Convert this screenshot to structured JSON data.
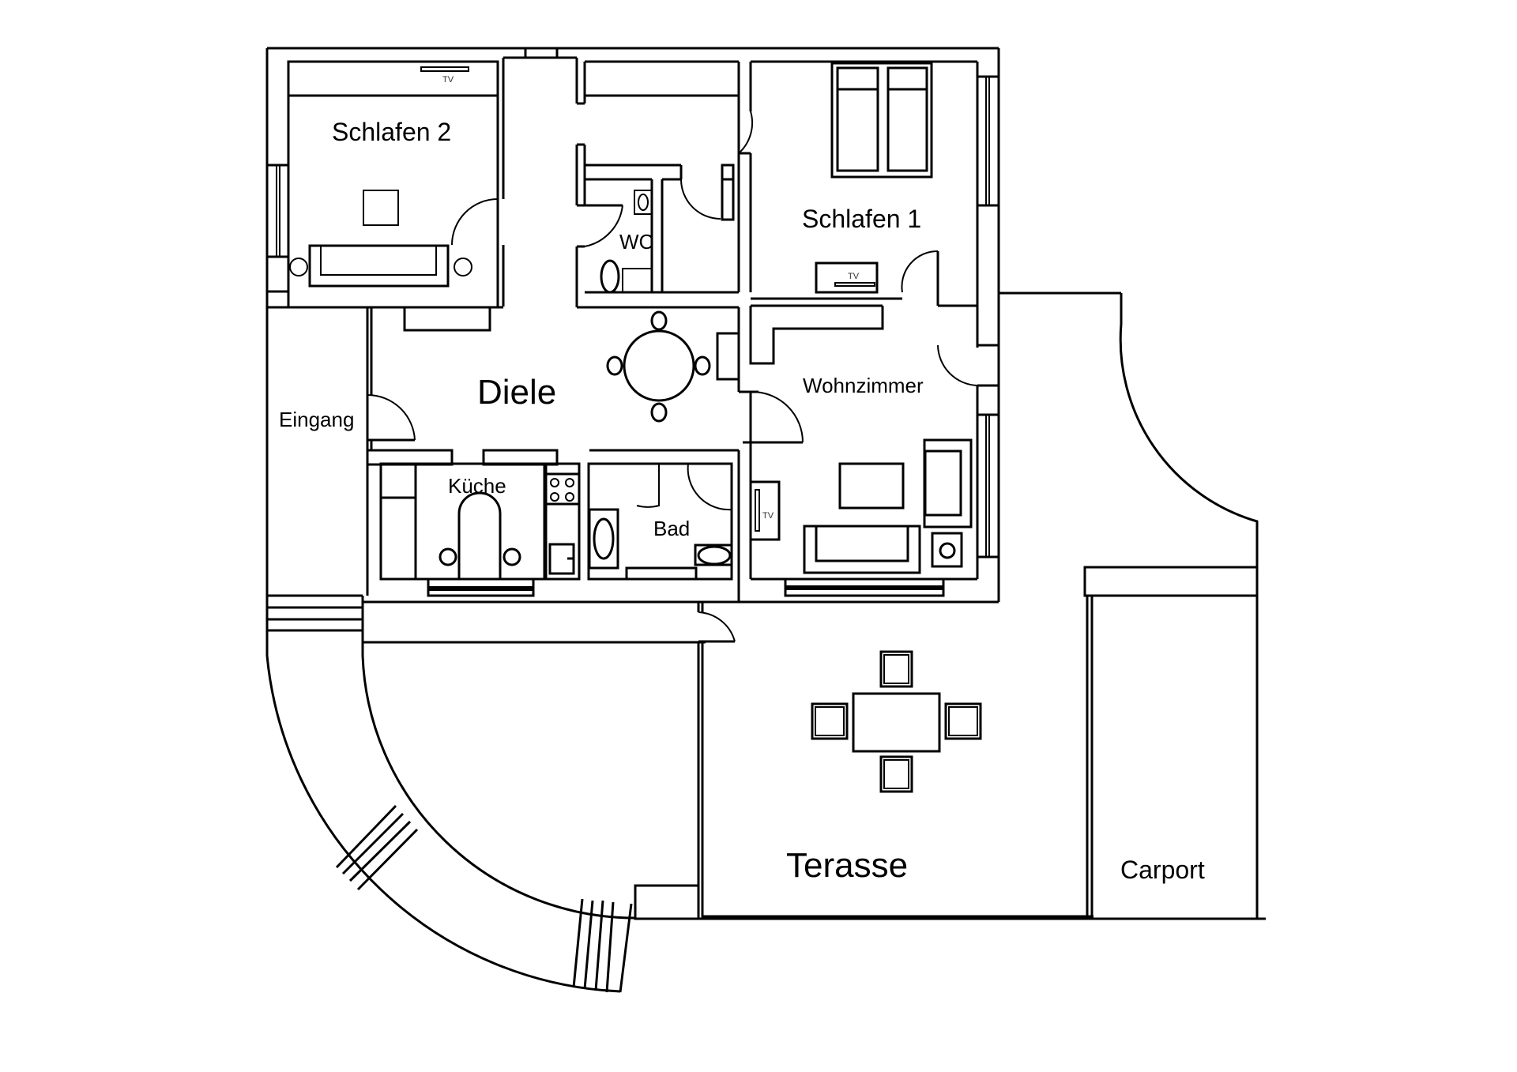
{
  "plan": {
    "rooms": {
      "schlafen2": "Schlafen 2",
      "schlafen1": "Schlafen 1",
      "wc": "WC",
      "diele": "Diele",
      "eingang": "Eingang",
      "kueche": "Küche",
      "bad": "Bad",
      "wohnzimmer": "Wohnzimmer",
      "terasse": "Terasse",
      "carport": "Carport"
    },
    "furniture_labels": {
      "tv": "TV"
    },
    "colors": {
      "line": "#000000",
      "background": "#ffffff"
    }
  }
}
